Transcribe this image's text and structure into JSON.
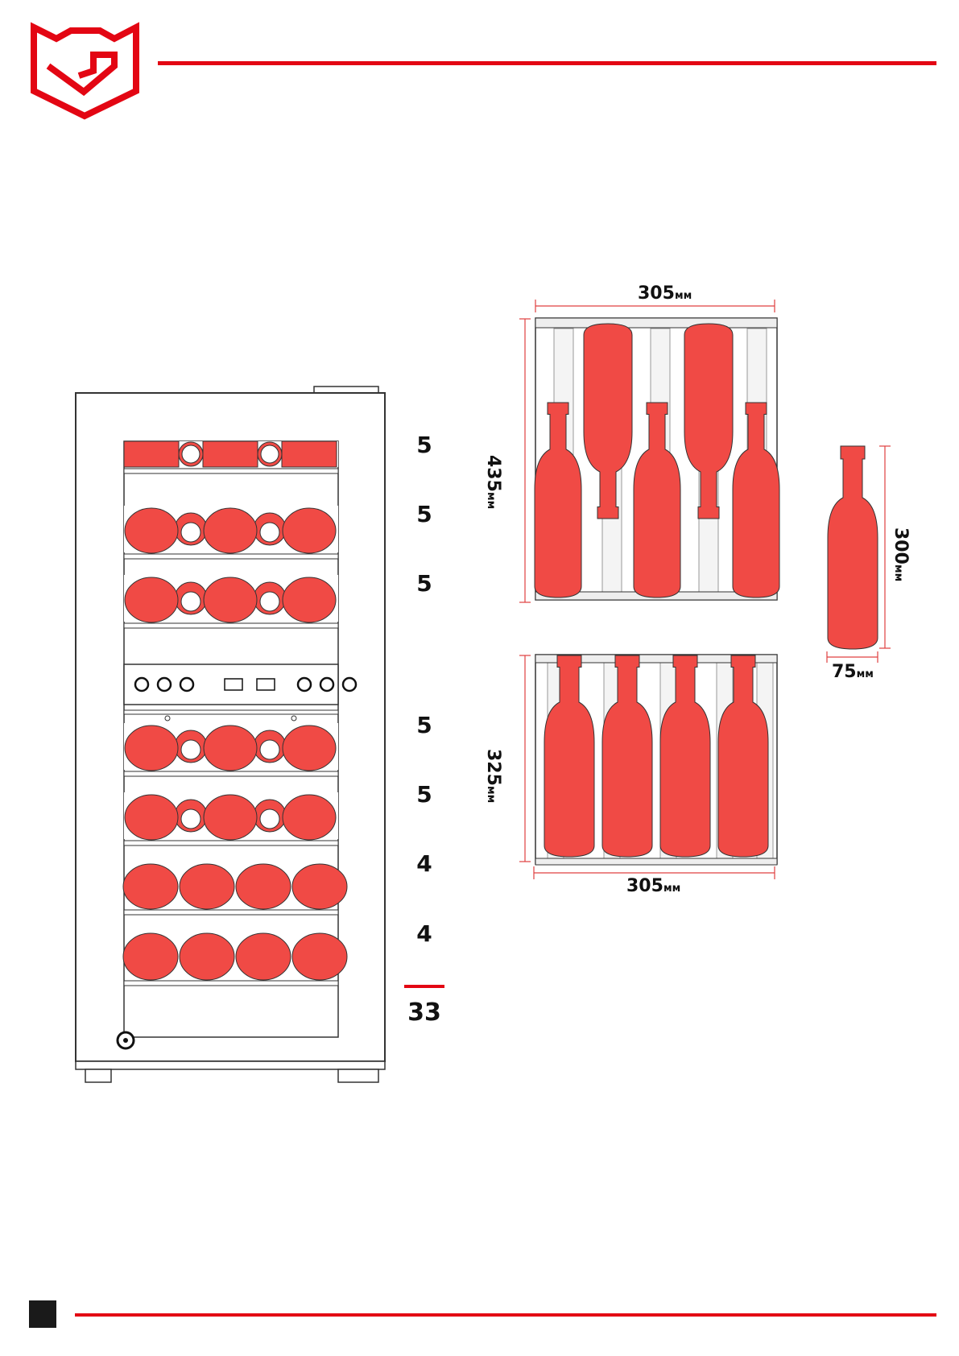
{
  "colors": {
    "accent": "#e30613",
    "bottle": "#f04a45",
    "outline": "#333333",
    "footer_square": "#1a1a1a"
  },
  "icons": {
    "logo": "brand-shield-logo-icon"
  },
  "shelf_counts": [
    "5",
    "5",
    "5",
    "5",
    "5",
    "4",
    "4"
  ],
  "total": "33",
  "dimensions": {
    "top_rack_width": {
      "value": "305",
      "unit": "мм"
    },
    "top_rack_depth": {
      "value": "435",
      "unit": "мм"
    },
    "bottle_height": {
      "value": "300",
      "unit": "мм"
    },
    "bottle_diameter": {
      "value": "75",
      "unit": "мм"
    },
    "bottom_rack_depth": {
      "value": "325",
      "unit": "мм"
    },
    "bottom_rack_width": {
      "value": "305",
      "unit": "мм"
    }
  }
}
